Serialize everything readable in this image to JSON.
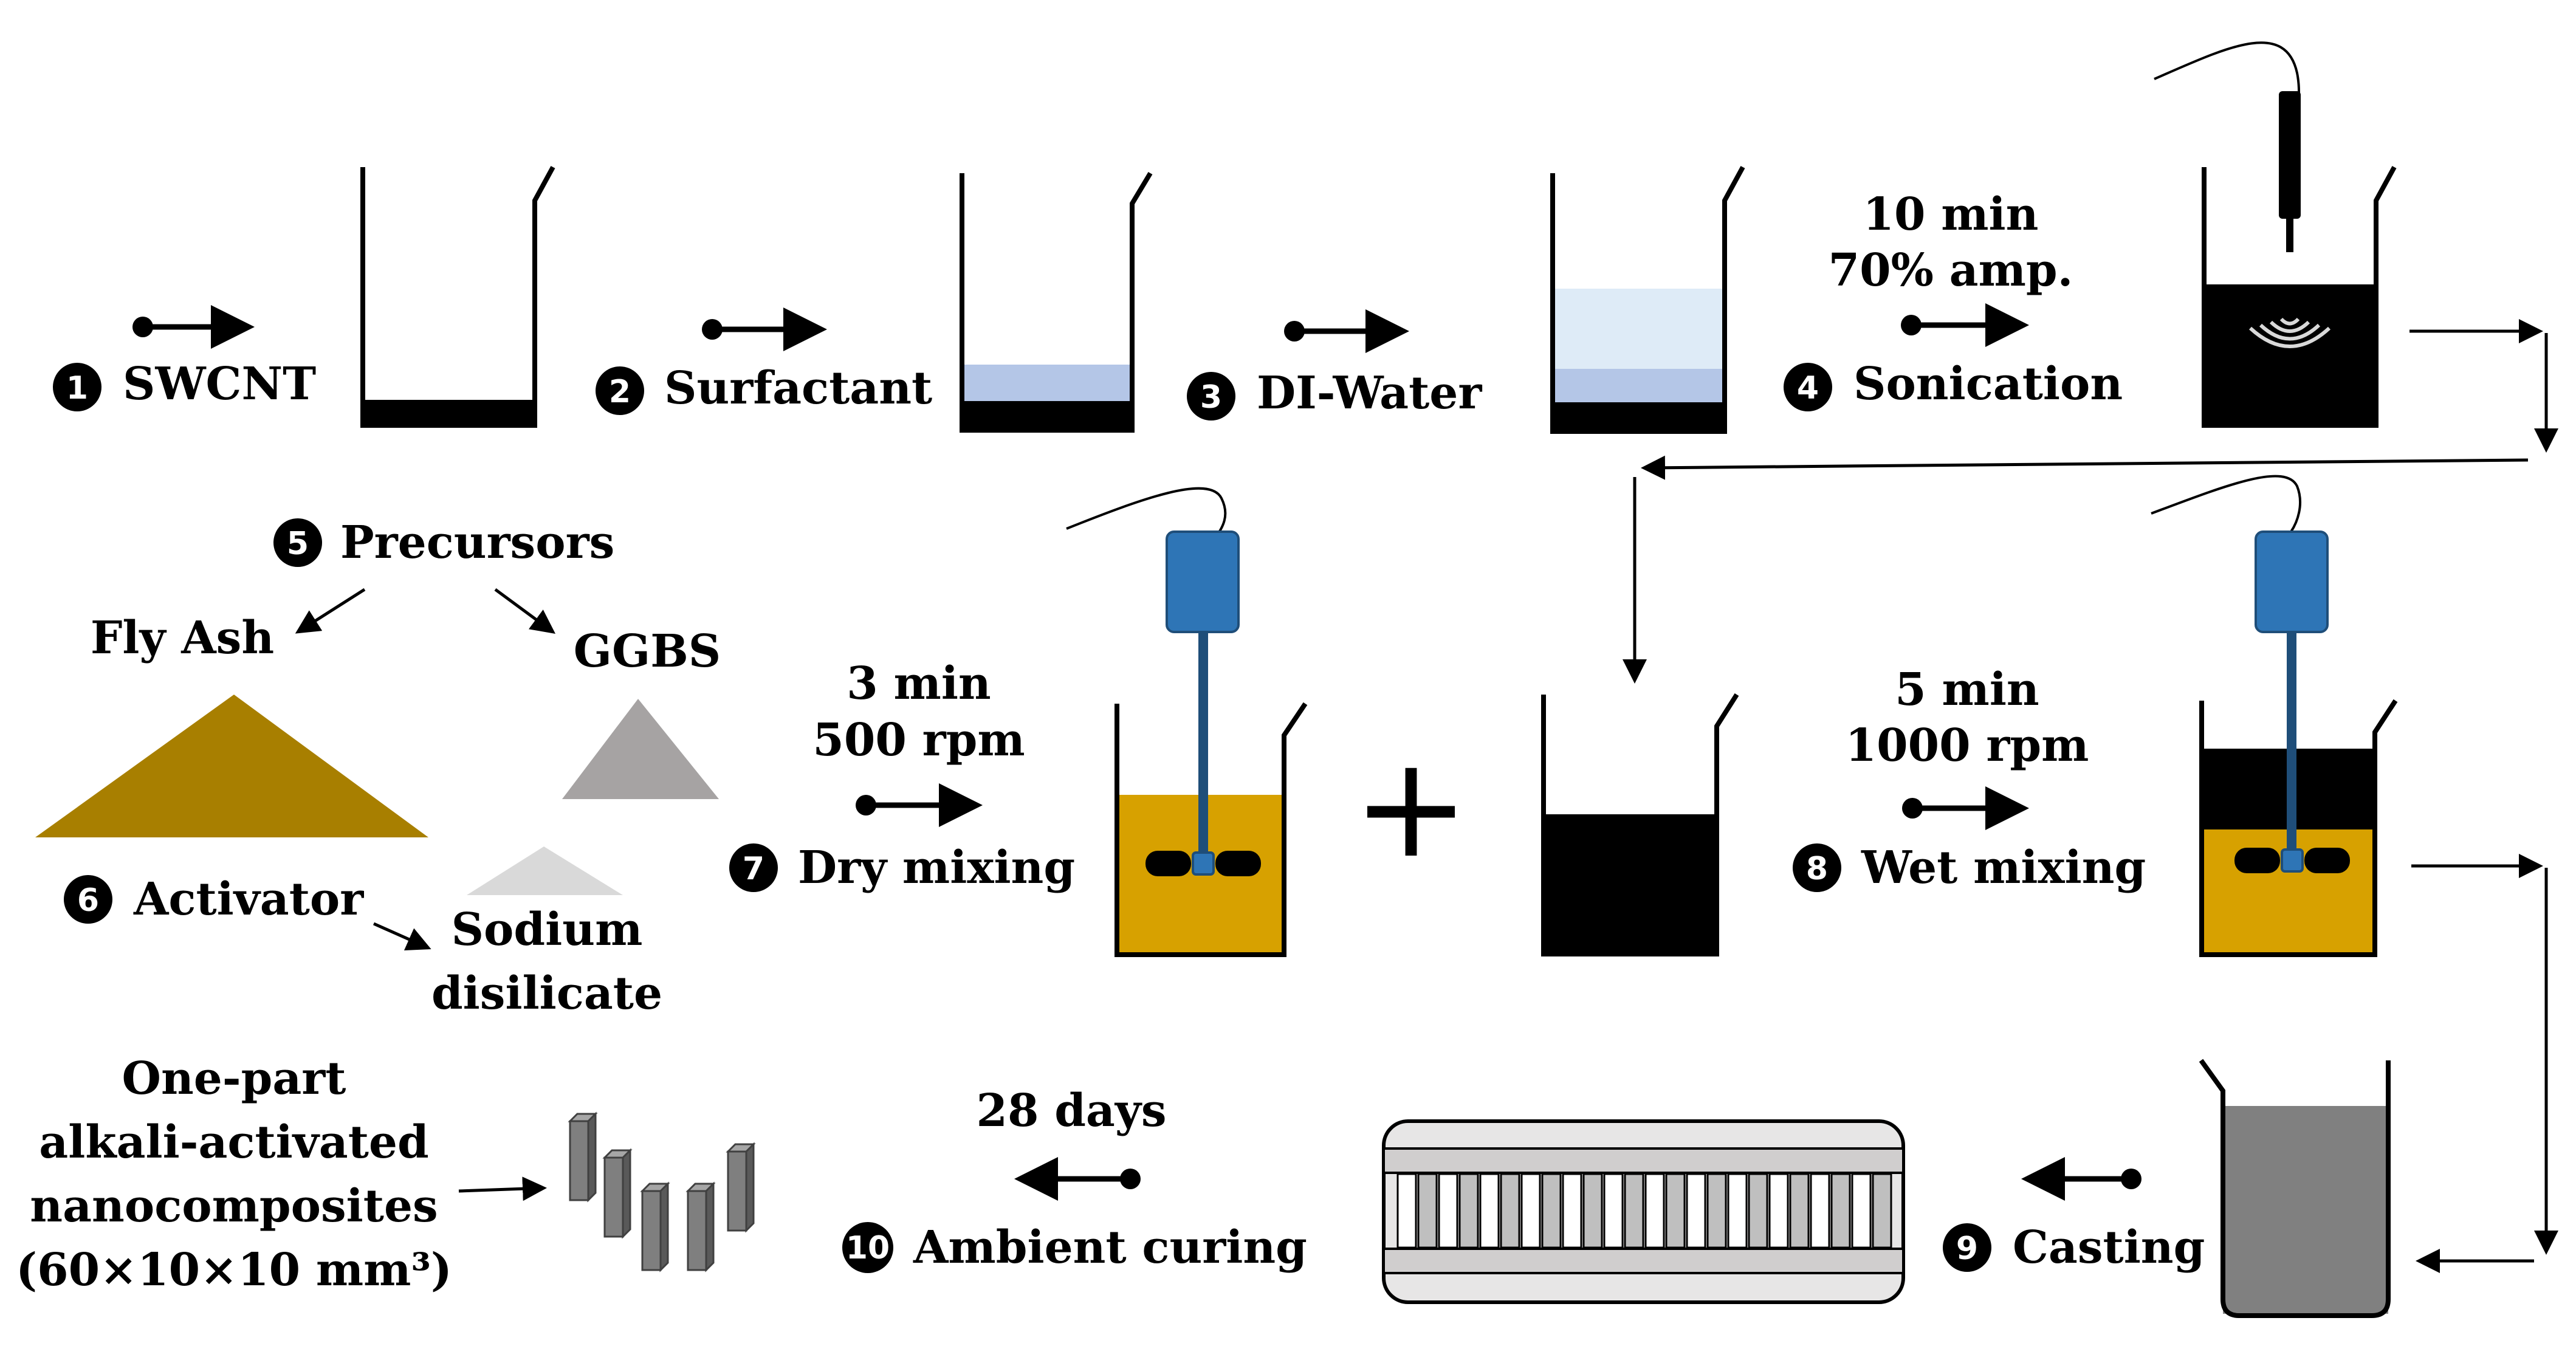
{
  "steps": {
    "s1": {
      "num": "1",
      "label": "SWCNT"
    },
    "s2": {
      "num": "2",
      "label": "Surfactant"
    },
    "s3": {
      "num": "3",
      "label": "DI-Water"
    },
    "s4": {
      "num": "4",
      "label": "Sonication",
      "time": "10 min",
      "param": "70% amp."
    },
    "s5": {
      "num": "5",
      "label": "Precursors"
    },
    "s6": {
      "num": "6",
      "label": "Activator"
    },
    "s7": {
      "num": "7",
      "label": "Dry mixing",
      "time": "3 min",
      "param": "500 rpm"
    },
    "s8": {
      "num": "8",
      "label": "Wet mixing",
      "time": "5 min",
      "param": "1000 rpm"
    },
    "s9": {
      "num": "9",
      "label": "Casting"
    },
    "s10": {
      "num": "10",
      "label": "Ambient curing",
      "time": "28 days"
    }
  },
  "materials": {
    "fly_ash": "Fly Ash",
    "ggbs": "GGBS",
    "sodium_line1": "Sodium",
    "sodium_line2": "disilicate"
  },
  "product": {
    "line1": "One-part",
    "line2": "alkali-activated",
    "line3": "nanocomposites",
    "line4": "(60×10×10  mm³)"
  },
  "symbols": {
    "plus": "+"
  },
  "colors": {
    "fly_ash": "#a87f00",
    "ggbs": "#a6a3a3",
    "sodium_disilicate": "#d9d9d9",
    "binder": "#d7a100",
    "surfactant": "#b4c6e7",
    "water": "#deebf7",
    "mixer_head": "#2e75b6",
    "mixer_shaft": "#1f4e79",
    "cast_paste": "#808080",
    "mould": "#d9d9d9",
    "specimen": "#7f7f7f"
  }
}
